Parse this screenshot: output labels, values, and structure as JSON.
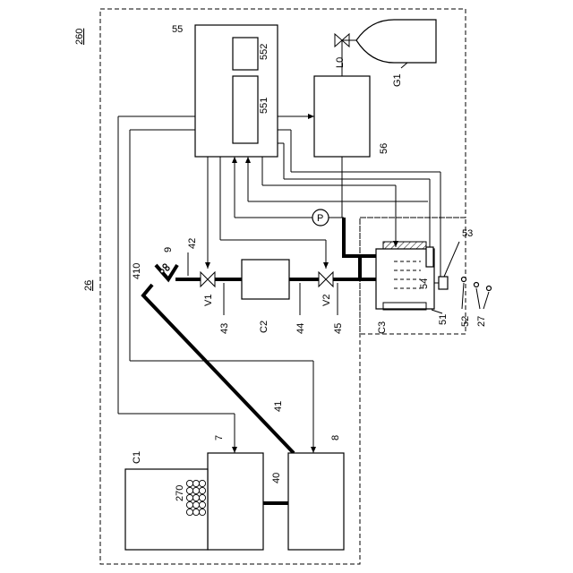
{
  "labels": {
    "outer": "260",
    "inner": "26",
    "controller": "55",
    "sub552": "552",
    "sub551": "551",
    "unit56": "56",
    "gas": "G1",
    "line": "L0",
    "pump": "P",
    "tank": "C3",
    "n51": "51",
    "n52": "52",
    "n27": "27",
    "n53": "53",
    "n54": "54",
    "v1": "V1",
    "v2": "V2",
    "c2": "C2",
    "n43": "43",
    "n44": "44",
    "n45": "45",
    "n42": "42",
    "n9": "9",
    "n410": "410",
    "n41": "41",
    "n40": "40",
    "n7": "7",
    "n8": "8",
    "c1": "C1",
    "n270": "270"
  }
}
